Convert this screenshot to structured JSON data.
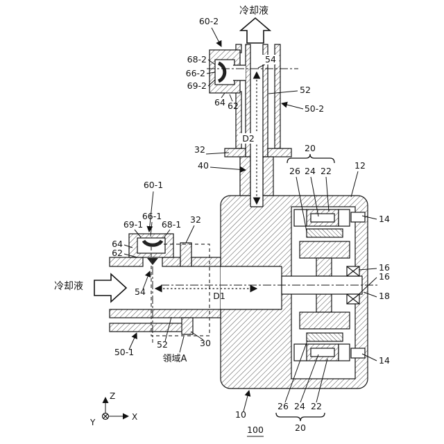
{
  "figure": {
    "number": "100",
    "coolant_top": "冷却液",
    "coolant_left": "冷却液",
    "region": "領域A",
    "dims": {
      "d1": "D1",
      "d2": "D2"
    },
    "axes": {
      "x": "X",
      "y": "Y",
      "z": "Z"
    },
    "refs": {
      "r10": "10",
      "r12": "12",
      "r14": "14",
      "r16": "16",
      "r18": "18",
      "r20": "20",
      "r22": "22",
      "r24": "24",
      "r26": "26",
      "r30": "30",
      "r32": "32",
      "r40": "40",
      "r50_1": "50-1",
      "r50_2": "50-2",
      "r52": "52",
      "r54": "54",
      "r60_1": "60-1",
      "r60_2": "60-2",
      "r62": "62",
      "r64": "64",
      "r66_1": "66-1",
      "r66_2": "66-2",
      "r68_1": "68-1",
      "r68_2": "68-2",
      "r69_1": "69-1",
      "r69_2": "69-2"
    }
  }
}
